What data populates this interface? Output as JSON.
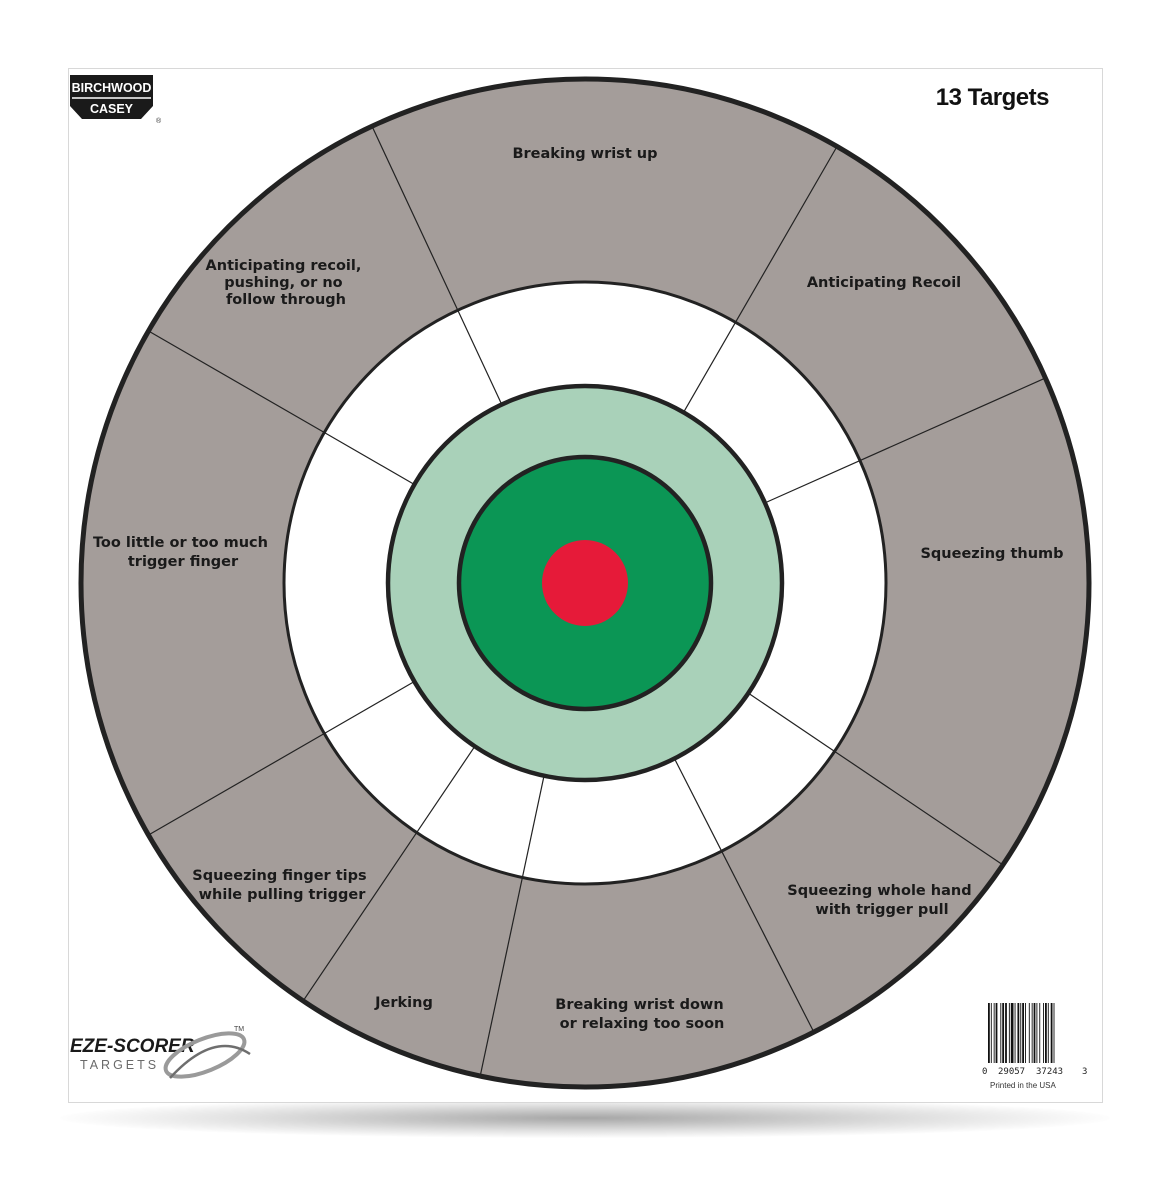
{
  "header": {
    "brand_line1": "BIRCHWOOD",
    "brand_line2": "CASEY",
    "brand_mark": "®",
    "target_count": "13 Targets"
  },
  "zones": [
    {
      "id": "top",
      "lines": [
        "Breaking wrist up"
      ]
    },
    {
      "id": "upper-right",
      "lines": [
        "Anticipating Recoil"
      ]
    },
    {
      "id": "right",
      "lines": [
        "Squeezing thumb"
      ]
    },
    {
      "id": "lower-right",
      "lines": [
        "Squeezing whole hand",
        "with trigger pull"
      ]
    },
    {
      "id": "bottom",
      "lines": [
        "Breaking wrist down",
        "or relaxing too soon"
      ]
    },
    {
      "id": "bottom-left-small",
      "lines": [
        "Jerking"
      ]
    },
    {
      "id": "lower-left",
      "lines": [
        "Squeezing finger tips",
        "while pulling trigger"
      ]
    },
    {
      "id": "left",
      "lines": [
        "Too little or too much",
        "trigger finger"
      ]
    },
    {
      "id": "upper-left",
      "lines": [
        "Anticipating recoil,",
        "pushing, or no",
        "follow through"
      ]
    }
  ],
  "footer": {
    "logo_text": "EZE-SCORER",
    "logo_tm": "TM",
    "logo_sub": "TARGETS",
    "barcode_left": "0",
    "barcode_mid1": "29057",
    "barcode_mid2": "37243",
    "barcode_right": "3",
    "printed": "Printed in the USA"
  },
  "colors": {
    "outer_ring": "#a49d9a",
    "white_ring": "#ffffff",
    "light_green_ring": "#a9d1b9",
    "green_ring": "#0b9655",
    "bullseye": "#e61a39",
    "outline": "#222222",
    "brand_badge": "#1a1a1a"
  }
}
